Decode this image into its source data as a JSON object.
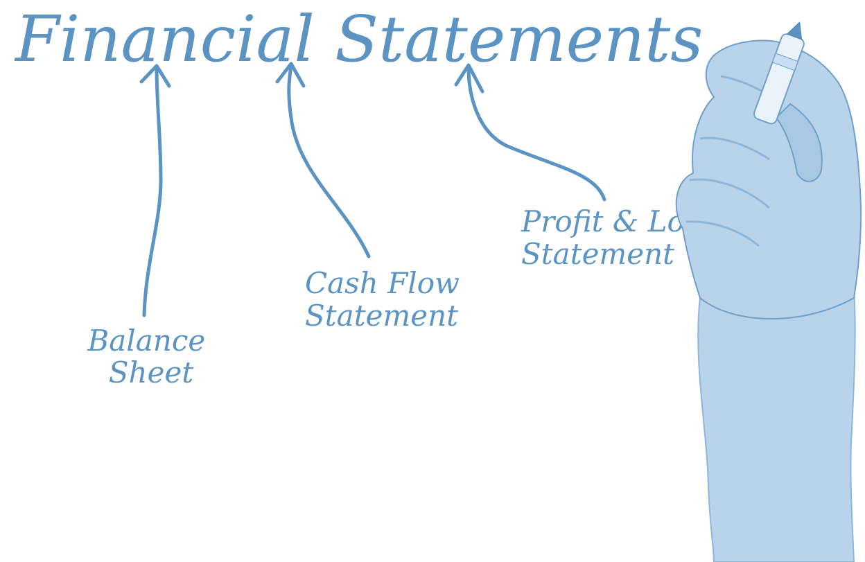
{
  "title": "Financial Statements",
  "branches": [
    {
      "id": "balance",
      "lines": [
        "Balance",
        "Sheet"
      ]
    },
    {
      "id": "cashflow",
      "lines": [
        "Cash Flow",
        "Statement"
      ]
    },
    {
      "id": "profitloss",
      "lines": [
        "Profit & Loss",
        "Statement"
      ]
    }
  ],
  "colors": {
    "ink": "#5b93c2",
    "ink_dark": "#4a82b3",
    "hand_fill": "#b9d3ea",
    "hand_shadow": "#8eb6da",
    "hand_outline": "#6f9fcb",
    "marker_body": "#eaf3fb",
    "marker_tip": "#5b93c2"
  },
  "icons": {
    "hand": "hand-holding-marker-icon"
  }
}
